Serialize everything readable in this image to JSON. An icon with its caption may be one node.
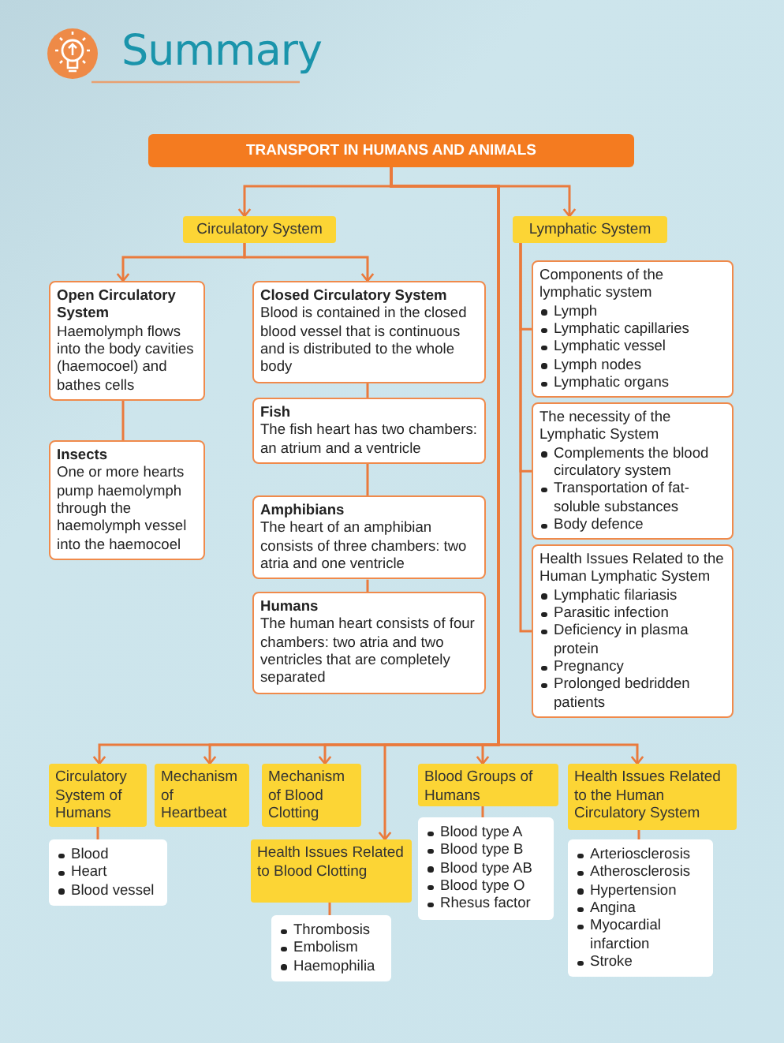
{
  "diagram": {
    "title": "Summary",
    "nodes": [
      {
        "text": [
          "TRANSPORT IN HUMANS AND ANIMALS"
        ]
      },
      {
        "text": [
          "Circulatory System"
        ]
      },
      {
        "text": [
          "Lymphatic System"
        ]
      },
      {
        "text": [
          "Open Circulatory System",
          "Haemolymph flows into the body cavities (haemocoel) and bathes cells"
        ]
      },
      {
        "text": [
          "Insects",
          "One or more hearts pump haemolymph through the haemolymph vessel into the haemocoel"
        ]
      },
      {
        "text": [
          "Closed Circulatory System",
          "Blood is contained in the closed blood vessel that is continuous and is distributed to the whole body"
        ]
      },
      {
        "text": [
          "Fish",
          "The fish heart has two chambers: an atrium and a ventricle"
        ]
      },
      {
        "text": [
          "Amphibians",
          "The heart of an amphibian consists of three chambers: two atria and one ventricle"
        ]
      },
      {
        "text": [
          "Humans",
          "The human heart consists of four chambers: two atria and two ventricles that are completely separated"
        ]
      },
      {
        "text": [
          "Components of the lymphatic system",
          "Lymph",
          "Lymphatic capillaries",
          "Lymphatic vessel",
          "Lymph nodes",
          "Lymphatic organs"
        ]
      },
      {
        "text": [
          "The necessity of the Lymphatic System",
          "Complements the blood circulatory system",
          "Transportation of fat-soluble substances",
          "Body defence"
        ]
      },
      {
        "text": [
          "Health Issues Related to the Human Lymphatic System",
          "Lymphatic filariasis",
          "Parasitic infection",
          "Deficiency in plasma protein",
          "Pregnancy",
          "Prolonged bedridden patients"
        ]
      },
      {
        "text": [
          "Circulatory System of Humans"
        ]
      },
      {
        "text": [
          "Blood",
          "Heart",
          "Blood vessel"
        ]
      },
      {
        "text": [
          "Mechanism of Heartbeat"
        ]
      },
      {
        "text": [
          "Mechanism of Blood Clotting"
        ]
      },
      {
        "text": [
          "Health Issues Related to Blood Clotting"
        ]
      },
      {
        "text": [
          "Thrombosis",
          "Embolism",
          "Haemophilia"
        ]
      },
      {
        "text": [
          "Blood Groups of Humans"
        ]
      },
      {
        "text": [
          "Blood type A",
          "Blood type B",
          "Blood type AB",
          "Blood type O",
          "Rhesus factor"
        ]
      },
      {
        "text": [
          "Health Issues Related to the Human Circulatory System"
        ]
      },
      {
        "text": [
          "Arteriosclerosis",
          "Atherosclerosis",
          "Hypertension",
          "Angina",
          "Myocardial infarction",
          "Stroke"
        ]
      }
    ],
    "edges": [
      {
        "from": 0,
        "to": 1,
        "arrow": "to"
      },
      {
        "from": 0,
        "to": 2,
        "arrow": "to"
      },
      {
        "from": 1,
        "to": 3,
        "arrow": "to"
      },
      {
        "from": 1,
        "to": 5,
        "arrow": "to"
      },
      {
        "from": 3,
        "to": 4,
        "arrow": "none"
      },
      {
        "from": 5,
        "to": 6,
        "arrow": "none"
      },
      {
        "from": 6,
        "to": 7,
        "arrow": "none"
      },
      {
        "from": 7,
        "to": 8,
        "arrow": "none"
      },
      {
        "from": 2,
        "to": 9,
        "arrow": "none"
      },
      {
        "from": 2,
        "to": 10,
        "arrow": "none"
      },
      {
        "from": 2,
        "to": 11,
        "arrow": "none"
      },
      {
        "from": 0,
        "to": 12,
        "arrow": "to"
      },
      {
        "from": 0,
        "to": 14,
        "arrow": "to"
      },
      {
        "from": 0,
        "to": 15,
        "arrow": "to"
      },
      {
        "from": 0,
        "to": 16,
        "arrow": "to"
      },
      {
        "from": 0,
        "to": 18,
        "arrow": "to"
      },
      {
        "from": 0,
        "to": 20,
        "arrow": "to"
      },
      {
        "from": 12,
        "to": 13,
        "arrow": "none"
      },
      {
        "from": 16,
        "to": 17,
        "arrow": "none"
      },
      {
        "from": 18,
        "to": 19,
        "arrow": "none"
      },
      {
        "from": 20,
        "to": 21,
        "arrow": "none"
      }
    ]
  }
}
